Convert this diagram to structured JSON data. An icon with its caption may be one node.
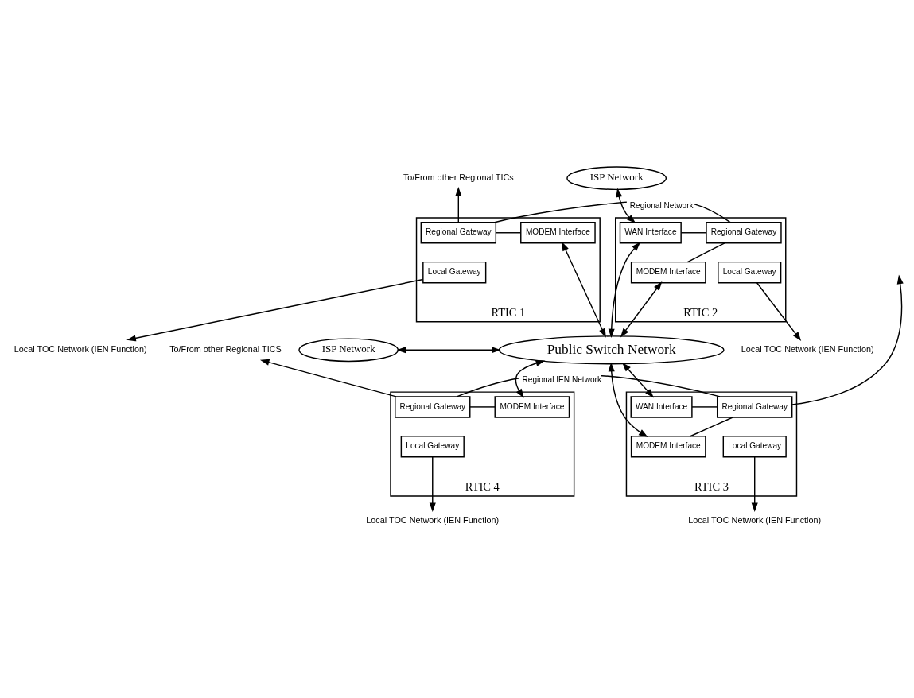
{
  "diagram": {
    "nodes": [
      {
        "text": [
          "To/From other Regional TICs"
        ]
      },
      {
        "text": [
          "RTIC 1"
        ]
      },
      {
        "text": [
          "Regional Gateway"
        ],
        "in": 1
      },
      {
        "text": [
          "MODEM Interface"
        ],
        "in": 1
      },
      {
        "text": [
          "Local Gateway"
        ],
        "in": 1
      },
      {
        "text": [
          "Local TOC Network (IEN Function)"
        ]
      },
      {
        "text": [
          "ISP Network"
        ]
      },
      {
        "text": [
          "RTIC 2"
        ]
      },
      {
        "text": [
          "Regional Gateway"
        ],
        "in": 7
      },
      {
        "text": [
          "WAN Interface"
        ],
        "in": 7
      },
      {
        "text": [
          "Local Gateway"
        ],
        "in": 7
      },
      {
        "text": [
          "MODEM Interface"
        ],
        "in": 7
      },
      {
        "text": [
          "Local TOC Network (IEN Function)"
        ]
      },
      {
        "text": [
          "ISP Network"
        ]
      },
      {
        "text": [
          "Public Switch Network"
        ]
      },
      {
        "text": [
          "To/From other Regional TICS"
        ]
      },
      {
        "text": [
          "RTIC 4"
        ]
      },
      {
        "text": [
          "Regional Gateway"
        ],
        "in": 16
      },
      {
        "text": [
          "MODEM Interface"
        ],
        "in": 16
      },
      {
        "text": [
          "Local Gateway"
        ],
        "in": 16
      },
      {
        "text": [
          "Local TOC Network (IEN Function)"
        ]
      },
      {
        "text": [
          "RTIC 3"
        ]
      },
      {
        "text": [
          "Regional Gateway"
        ],
        "in": 21
      },
      {
        "text": [
          "WAN Interface"
        ],
        "in": 21
      },
      {
        "text": [
          "Local Gateway"
        ],
        "in": 21
      },
      {
        "text": [
          "MODEM Interface"
        ],
        "in": 21
      },
      {
        "text": [
          "Local TOC Network (IEN Function)"
        ]
      }
    ],
    "edges": [
      {
        "from": 2,
        "to": 0,
        "arrow": "to"
      },
      {
        "from": 2,
        "to": 8,
        "arrow": "none",
        "label": "Regional Network"
      },
      {
        "from": 2,
        "to": 3,
        "arrow": "none"
      },
      {
        "from": 3,
        "to": 14,
        "arrow": "both"
      },
      {
        "from": 4,
        "to": 5,
        "arrow": "to"
      },
      {
        "from": 6,
        "to": 9,
        "arrow": "both"
      },
      {
        "from": 8,
        "to": 9,
        "arrow": "none"
      },
      {
        "from": 8,
        "to": 11,
        "arrow": "none"
      },
      {
        "from": 9,
        "to": 14,
        "arrow": "both"
      },
      {
        "from": 11,
        "to": 14,
        "arrow": "both"
      },
      {
        "from": 10,
        "to": 12,
        "arrow": "to"
      },
      {
        "from": 13,
        "to": 14,
        "arrow": "both"
      },
      {
        "from": 17,
        "to": 15,
        "arrow": "to"
      },
      {
        "from": 17,
        "to": 22,
        "arrow": "none",
        "label": "Regional IEN Network"
      },
      {
        "from": 22,
        "to": null,
        "arrow": "to"
      },
      {
        "from": 17,
        "to": 18,
        "arrow": "none"
      },
      {
        "from": 18,
        "to": 14,
        "arrow": "both"
      },
      {
        "from": 19,
        "to": 20,
        "arrow": "to"
      },
      {
        "from": 22,
        "to": 23,
        "arrow": "none"
      },
      {
        "from": 22,
        "to": 25,
        "arrow": "none"
      },
      {
        "from": 23,
        "to": 14,
        "arrow": "both"
      },
      {
        "from": 25,
        "to": 14,
        "arrow": "both"
      },
      {
        "from": 24,
        "to": 26,
        "arrow": "to"
      }
    ]
  }
}
